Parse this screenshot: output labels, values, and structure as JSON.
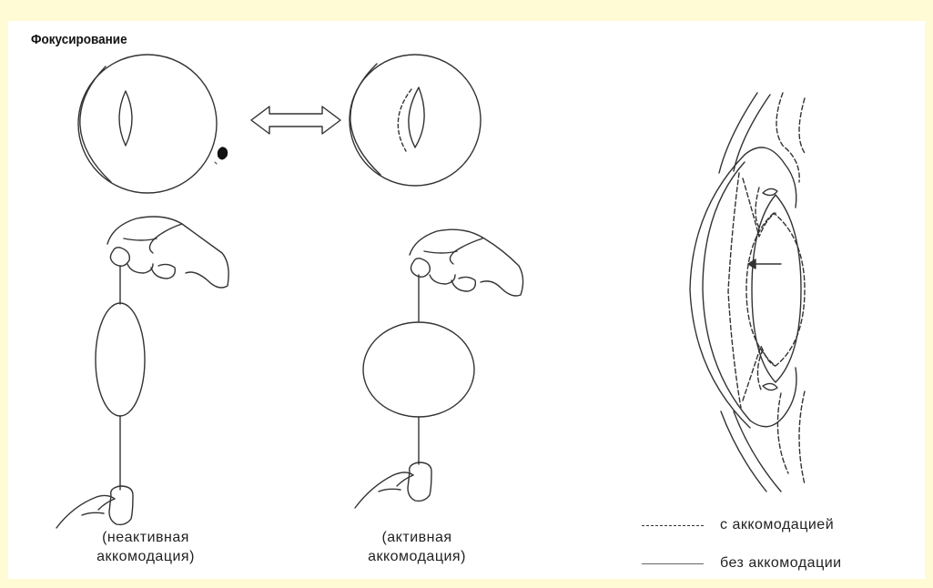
{
  "title": "Фокусирование",
  "captions": {
    "inactive": "(неактивная\nаккомодация)",
    "active": "(активная\nаккомодация)"
  },
  "legend": {
    "dashed": "с аккомодацией",
    "solid": "без аккомодации"
  },
  "colors": {
    "background": "#fffbd5",
    "panel": "#ffffff",
    "line": "#333333"
  }
}
